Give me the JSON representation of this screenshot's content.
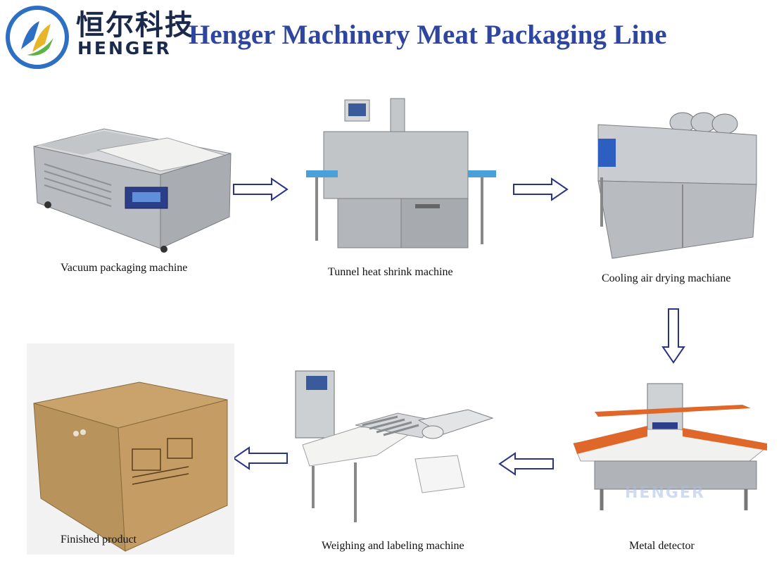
{
  "header": {
    "logo_cn": "恒尔科技",
    "logo_en": "HENGER",
    "title": "Henger Machinery Meat Packaging Line"
  },
  "steps": [
    {
      "caption": "Vacuum packaging machine",
      "icon": "vacuum-packaging-machine-image"
    },
    {
      "caption": "Tunnel heat shrink machine",
      "icon": "tunnel-heat-shrink-machine-image"
    },
    {
      "caption": "Cooling air drying machiane",
      "icon": "cooling-air-drying-machine-image"
    },
    {
      "caption": "Metal detector",
      "icon": "metal-detector-image"
    },
    {
      "caption": "Weighing and labeling machine",
      "icon": "weighing-labeling-machine-image"
    },
    {
      "caption": "Finished product",
      "icon": "finished-product-box-image"
    }
  ],
  "colors": {
    "title": "#2e46a0",
    "arrow": "#2a3486",
    "steel": "#b9bcc0",
    "conveyor_orange": "#e0672a",
    "cardboard": "#c8a06a"
  }
}
